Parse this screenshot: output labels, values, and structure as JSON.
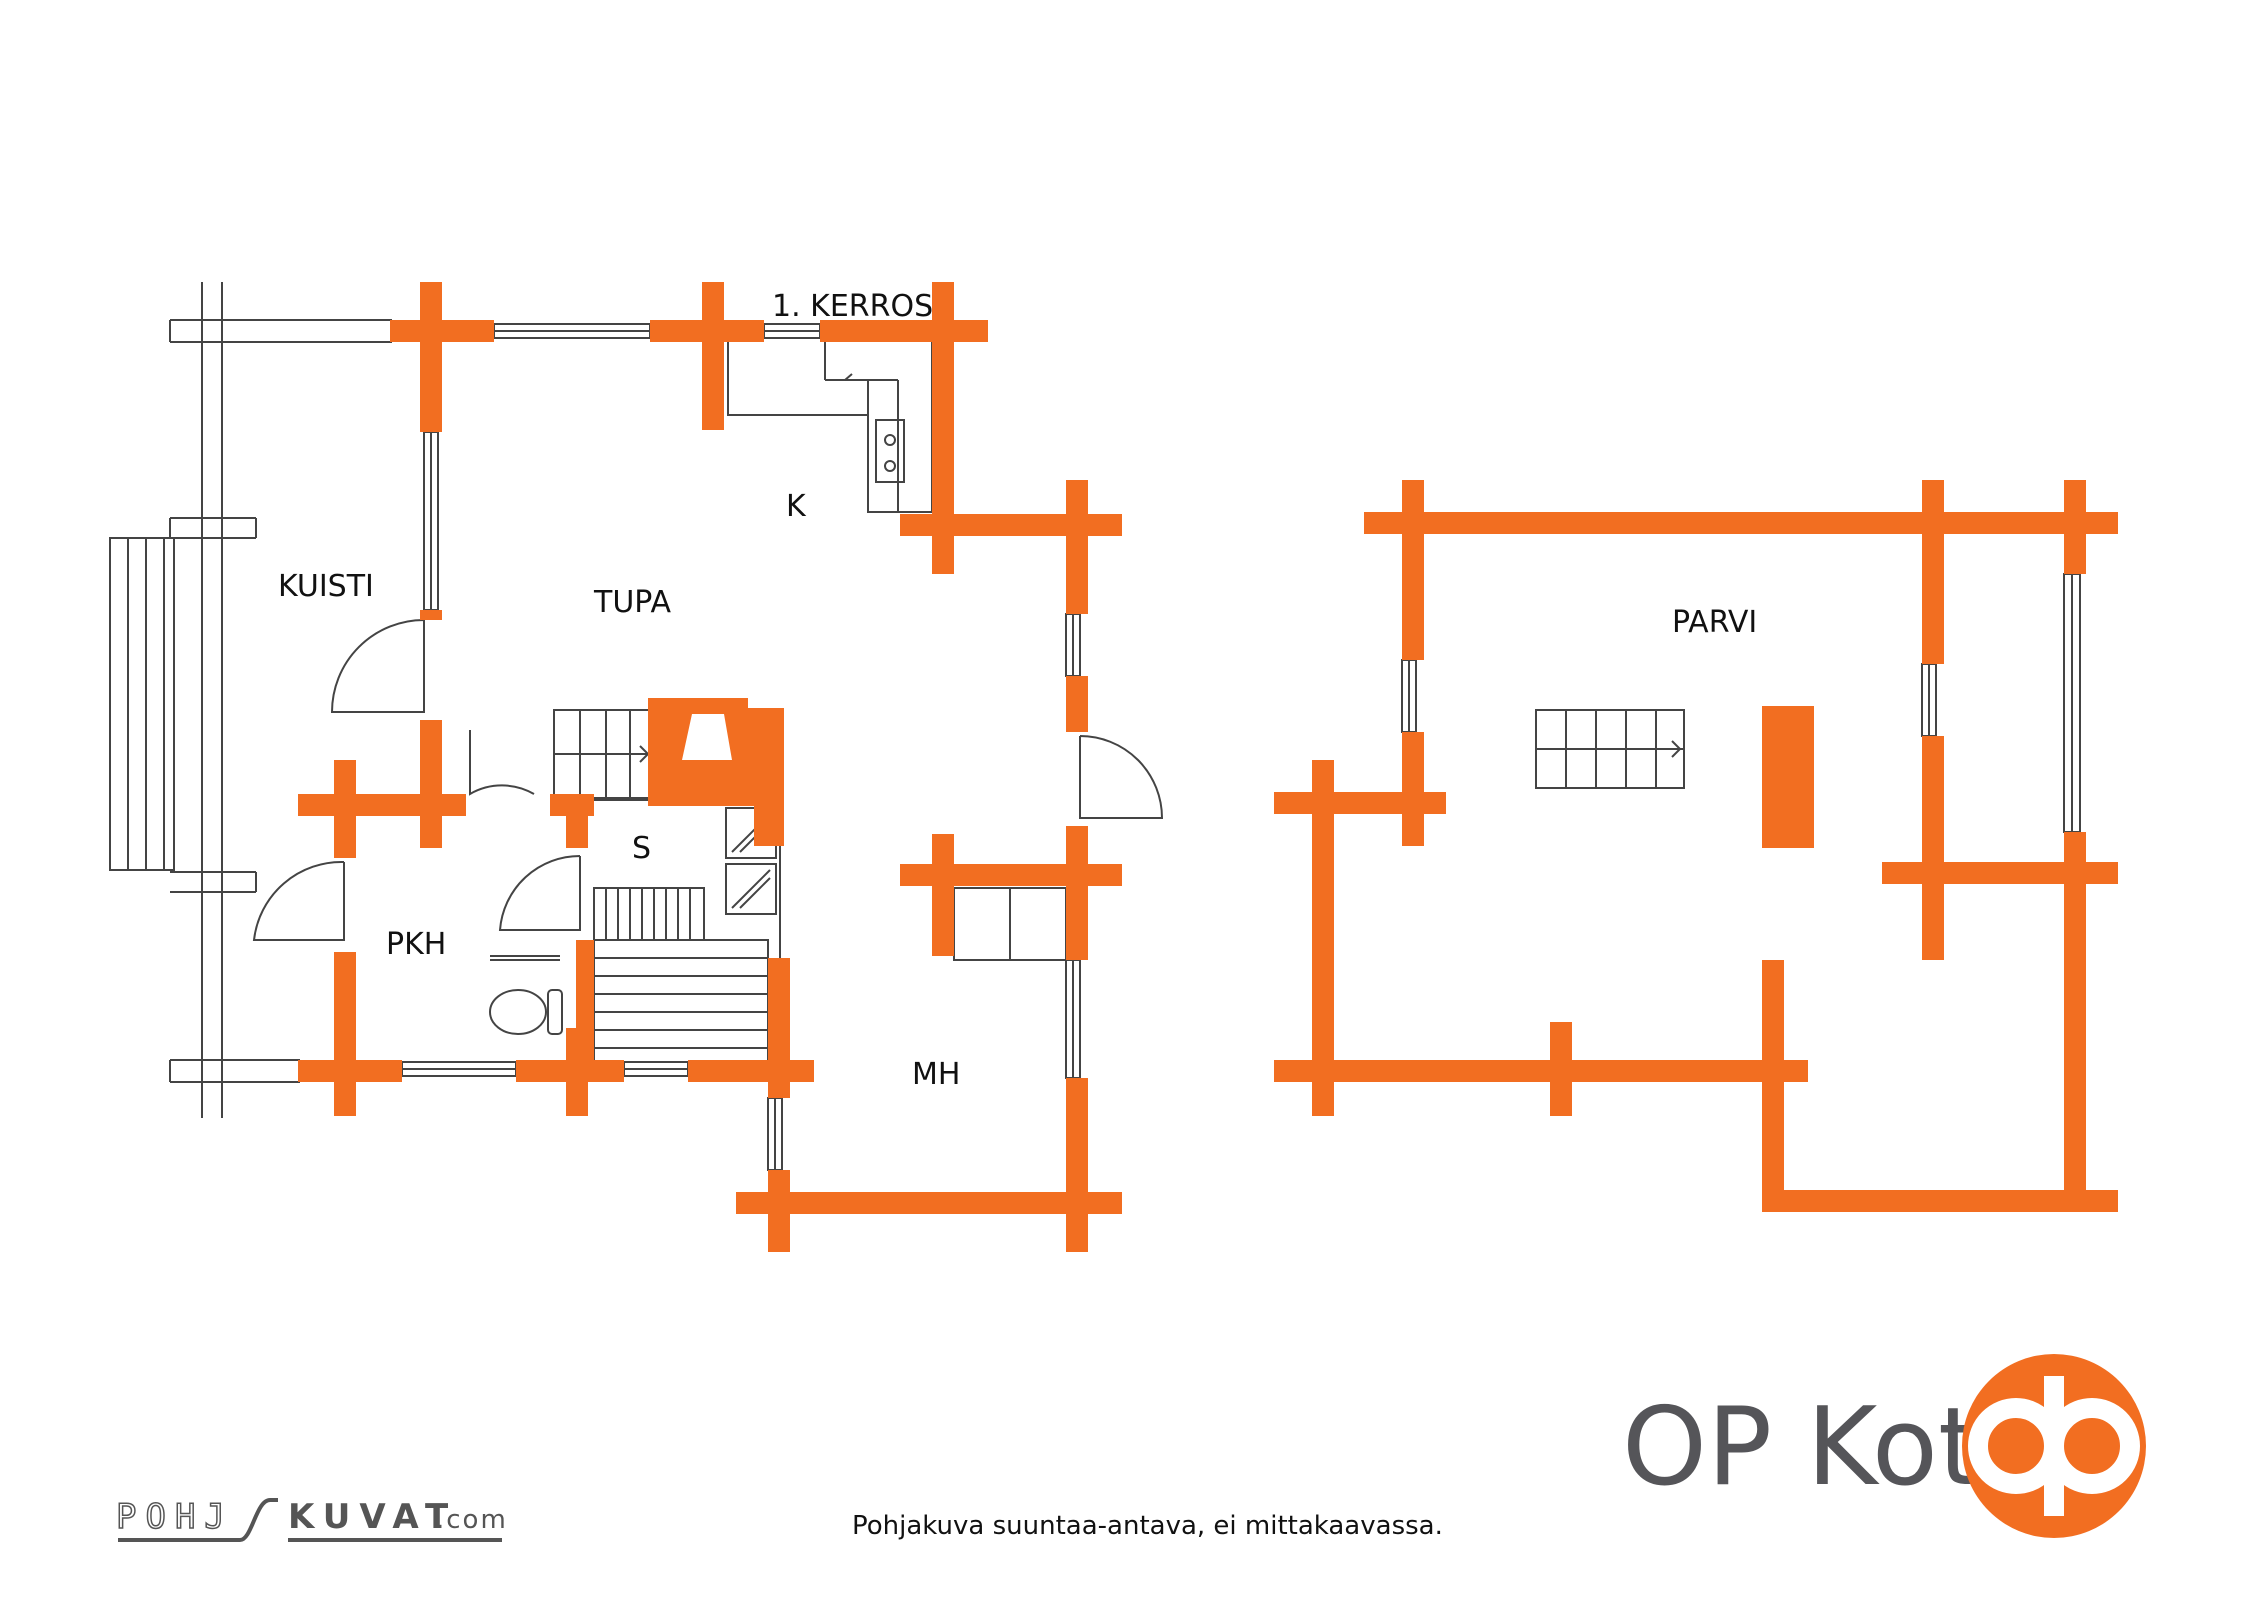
{
  "floor_plan": {
    "floor1_title": "1. KERROS",
    "rooms": {
      "kuisti": "KUISTI",
      "tupa": "TUPA",
      "keittio": "K",
      "sauna": "S",
      "pkh": "PKH",
      "mh": "MH",
      "parvi": "PARVI"
    }
  },
  "branding": {
    "op_koti": "OP Koti",
    "pohjakuvat_part1": "POHJ",
    "pohjakuvat_part2": "KUVAT",
    "pohjakuvat_part3": ".com"
  },
  "disclaimer": "Pohjakuva suuntaa-antava, ei mittakaavassa.",
  "colors": {
    "wall": "#F26E21",
    "line": "#333333",
    "logo_gray": "#555559"
  }
}
